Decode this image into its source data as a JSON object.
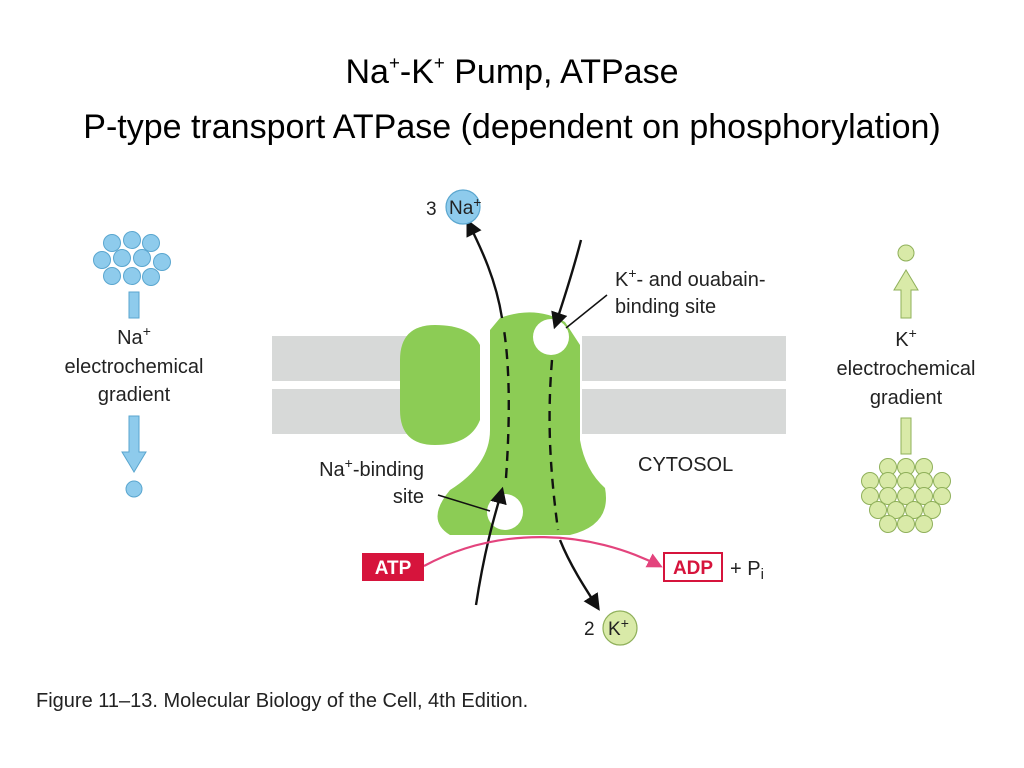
{
  "slide": {
    "title_line1": {
      "base1": "Na",
      "sup1": "+",
      "mid": "-K",
      "sup2": "+",
      "rest": " Pump, ATPase"
    },
    "title_line2": "P-type transport ATPase (dependent on phosphorylation)",
    "caption": "Figure 11–13. Molecular Biology of the Cell, 4th Edition."
  },
  "diagram": {
    "na_gradient": {
      "ion": "Na",
      "charge": "+",
      "line2": "electrochemical",
      "line3": "gradient"
    },
    "k_gradient": {
      "ion": "K",
      "charge": "+",
      "line2": "electrochemical",
      "line3": "gradient"
    },
    "na_out": {
      "count": "3",
      "ion": "Na",
      "charge": "+"
    },
    "k_in": {
      "count": "2",
      "ion": "K",
      "charge": "+"
    },
    "k_site": {
      "ion": "K",
      "charge": "+",
      "line1_rest": "- and ouabain-",
      "line2": "binding site"
    },
    "na_site": {
      "ion": "Na",
      "charge": "+",
      "line1_rest": "-binding",
      "line2": "site"
    },
    "cytosol": "CYTOSOL",
    "atp": "ATP",
    "adp": "ADP",
    "pi": {
      "plus": "+ P",
      "sub": "i"
    },
    "colors": {
      "protein": "#8ccc55",
      "membrane": "#d7d9d8",
      "na_ion": "#8ecbec",
      "k_ion": "#d9eaa8",
      "atp_red": "#d6143c",
      "adp_arrow": "#e3447d"
    }
  }
}
